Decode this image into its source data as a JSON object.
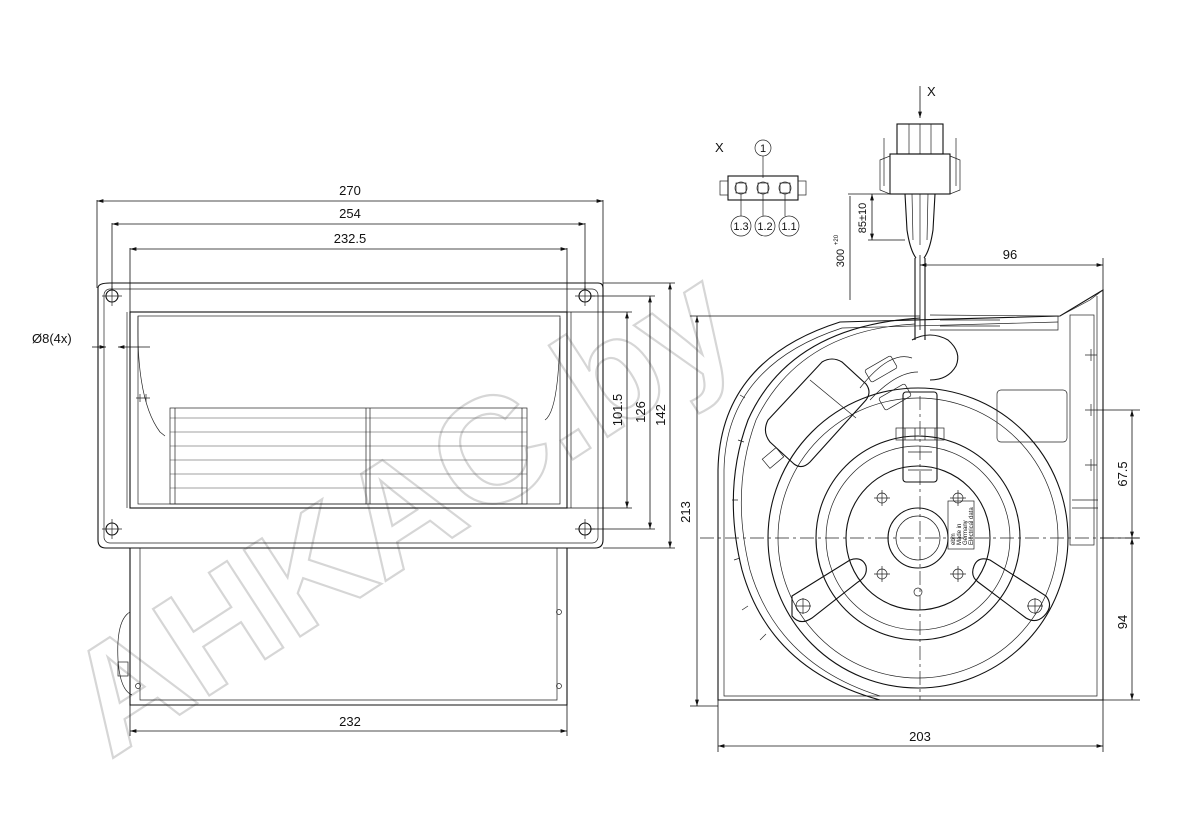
{
  "watermark": "AHKAC.by",
  "front_view": {
    "dims": {
      "overall_width": "270",
      "flange_width": "254",
      "outlet_width": "232.5",
      "hole_diameter": "Ø8(4x)",
      "outlet_height": "101.5",
      "hole_spacing": "126",
      "overall_height": "142",
      "housing_width": "232"
    }
  },
  "side_view": {
    "dims": {
      "cable_length": "300",
      "cable_tolerance": "+20",
      "plug_length": "85±10",
      "shaft_offset": "96",
      "upper_offset": "67.5",
      "lower_offset": "94",
      "total_height": "213",
      "total_width": "203"
    },
    "view_marker": "X"
  },
  "connector_detail": {
    "view_label": "X",
    "pin_one": "1",
    "pins": [
      "1.3",
      "1.2",
      "1.1"
    ]
  },
  "motor_label": {
    "lines": [
      "ebm",
      "Made in",
      "Germany",
      "Electrical data"
    ]
  }
}
